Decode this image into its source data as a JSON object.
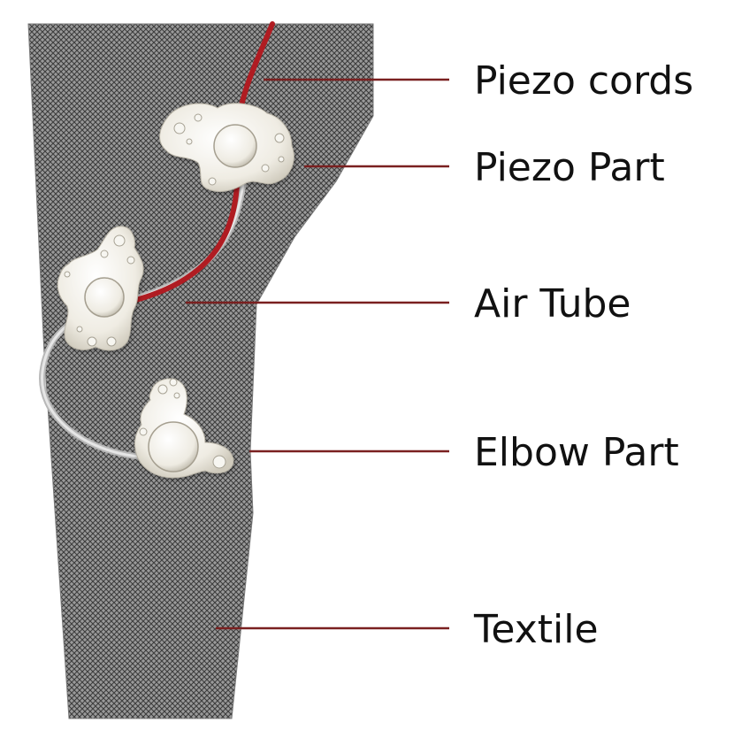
{
  "labels": {
    "piezo_cords": "Piezo cords",
    "piezo_part": "Piezo Part",
    "air_tube": "Air Tube",
    "elbow_part": "Elbow Part",
    "textile": "Textile"
  },
  "colors": {
    "leader_line": "#7a2020",
    "piezo_cord": "#b01c22",
    "air_tube": "#cfcfcf",
    "textile_base": "#8a8a8a",
    "textile_mesh": "#3a3a3a",
    "part_fill": "#f3f1ea"
  }
}
